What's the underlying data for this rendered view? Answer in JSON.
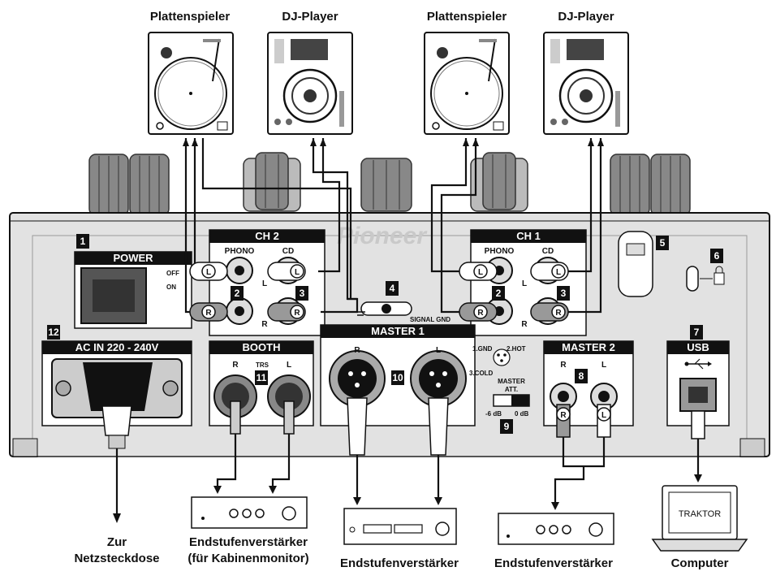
{
  "labels_top": {
    "turntable_ch2": "Plattenspieler",
    "djplayer_ch2": "DJ-Player",
    "turntable_ch1": "Plattenspieler",
    "djplayer_ch1": "DJ-Player"
  },
  "labels_bottom": {
    "power_line1": "Zur",
    "power_line2": "Netzsteckdose",
    "booth_amp_line1": "Endstufenverstärker",
    "booth_amp_line2": "(für Kabinenmonitor)",
    "master1_amp": "Endstufenverstärker",
    "master2_amp": "Endstufenverstärker",
    "computer": "Computer",
    "screen_text": "TRAKTOR"
  },
  "panel": {
    "brand": "Pioneer",
    "power": {
      "title": "POWER",
      "off": "OFF",
      "on": "ON"
    },
    "ch2": {
      "title": "CH 2",
      "phono": "PHONO",
      "cd": "CD",
      "l": "L",
      "r": "R"
    },
    "ch1": {
      "title": "CH 1",
      "phono": "PHONO",
      "cd": "CD",
      "l": "L",
      "r": "R"
    },
    "signal_gnd": "SIGNAL GND",
    "ac_in": "AC IN  220 - 240V",
    "booth": {
      "title": "BOOTH",
      "r": "R",
      "trs": "TRS",
      "l": "L"
    },
    "master1": {
      "title": "MASTER 1",
      "r": "R",
      "l": "L",
      "gnd": "1.GND",
      "hot": "2.HOT",
      "cold": "3.COLD"
    },
    "master_att": {
      "line1": "MASTER",
      "line2": "ATT.",
      "minus6": "-6  dB",
      "zero": "0  dB"
    },
    "master2": {
      "title": "MASTER 2",
      "r": "R",
      "l": "L"
    },
    "usb": {
      "title": "USB"
    },
    "plug_l": "L",
    "plug_r": "R"
  },
  "callouts": [
    "1",
    "2",
    "3",
    "4",
    "5",
    "6",
    "7",
    "8",
    "9",
    "10",
    "11",
    "12"
  ]
}
